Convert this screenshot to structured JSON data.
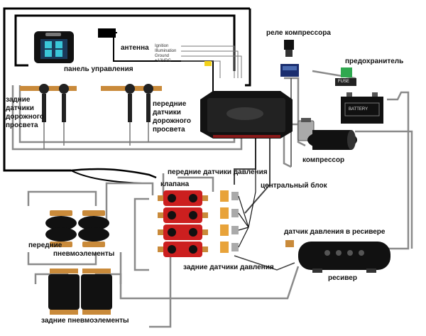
{
  "labels": {
    "antenna": "антенна",
    "compressor_relay": "реле компрессора",
    "fuse": "предохранитель",
    "control_panel": "панель управления",
    "rear_height_sensors": [
      "задние",
      "датчики",
      "дорожного",
      "просвета"
    ],
    "front_height_sensors": [
      "передние",
      "датчики",
      "дорожного",
      "просвета"
    ],
    "compressor": "компрессор",
    "front_pressure_sensors": "передние датчики давления",
    "valves": "клапана",
    "central_unit": "центральный блок",
    "tank_pressure_sensor": "датчик давления в ресивере",
    "front_air_springs": [
      "передние",
      "пневмоэлементы"
    ],
    "rear_pressure_sensors": "задние датчики давления",
    "receiver": "ресивер",
    "rear_air_springs": "задние пневмоэлементы"
  },
  "wire_labels": {
    "ignition": "Ignition",
    "illumination": "Illumination",
    "ground": "Ground",
    "plus12": "+12VDC"
  },
  "fuse_tag": "FUSE",
  "battery_tag": "BATTERY",
  "colors": {
    "wire": "#000000",
    "hose": "#8a8a8a",
    "valve_red": "#cc1f1f",
    "bellow": "#111111",
    "copper": "#c98a3a",
    "fuse_green": "#2fa84f"
  }
}
